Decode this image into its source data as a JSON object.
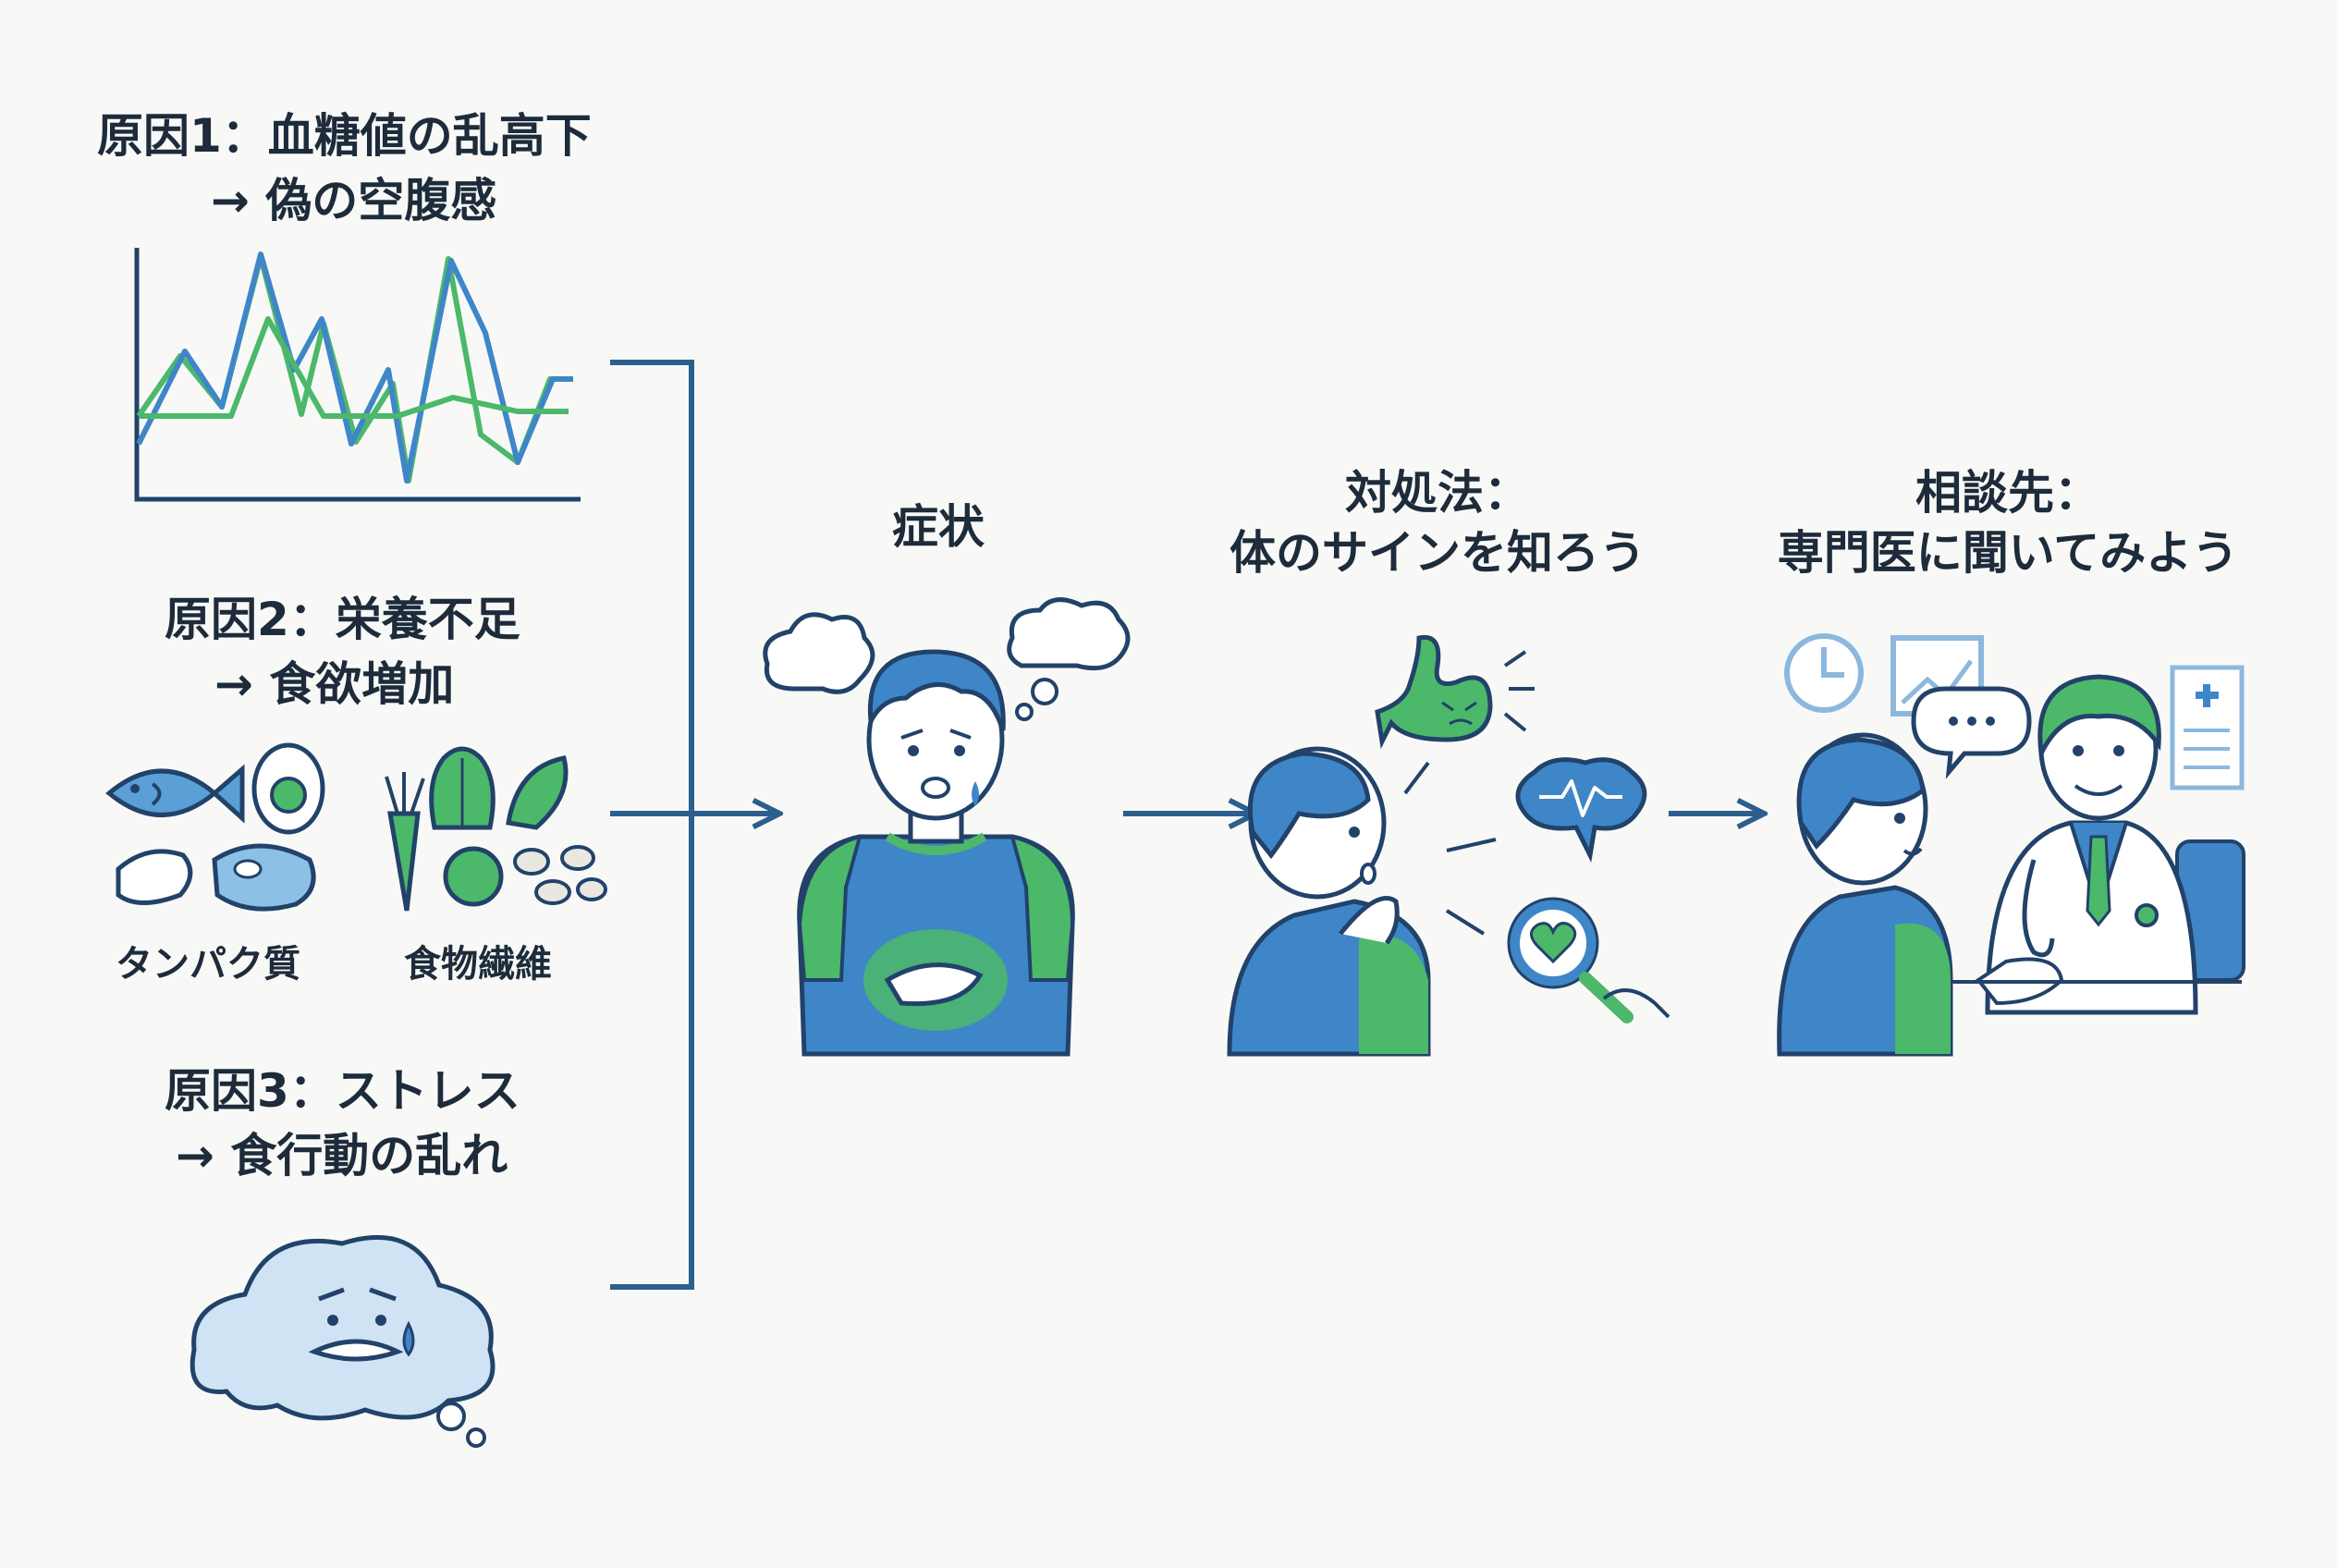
{
  "cause1": {
    "title": "原因1：血糖値の乱高下",
    "effect": "→ 偽の空腹感"
  },
  "cause2": {
    "title": "原因2：栄養不足",
    "effect": "→ 食欲増加",
    "food_labels": [
      "タンパク質",
      "食物繊維"
    ]
  },
  "cause3": {
    "title": "原因3：ストレス",
    "effect": "→ 食行動の乱れ"
  },
  "symptom": {
    "title": "症状"
  },
  "remedy": {
    "title": "対処法：",
    "subtitle": "体のサインを知ろう"
  },
  "consult": {
    "title": "相談先：",
    "subtitle": "専門医に聞いてみよう"
  },
  "colors": {
    "blue": "#3f86c8",
    "green": "#4cb86a",
    "navy": "#22426a",
    "bg": "#f8f9f7"
  },
  "icons": [
    "chart-icon",
    "fish-icon",
    "egg-icon",
    "meat-icon",
    "vegetables-icon",
    "carrot-icon",
    "beans-icon",
    "worried-cloud-icon",
    "stomach-icon",
    "brain-pulse-icon",
    "magnifier-heart-icon",
    "clock-icon",
    "chart-board-icon",
    "doctor-icon",
    "speech-bubble-icon"
  ]
}
